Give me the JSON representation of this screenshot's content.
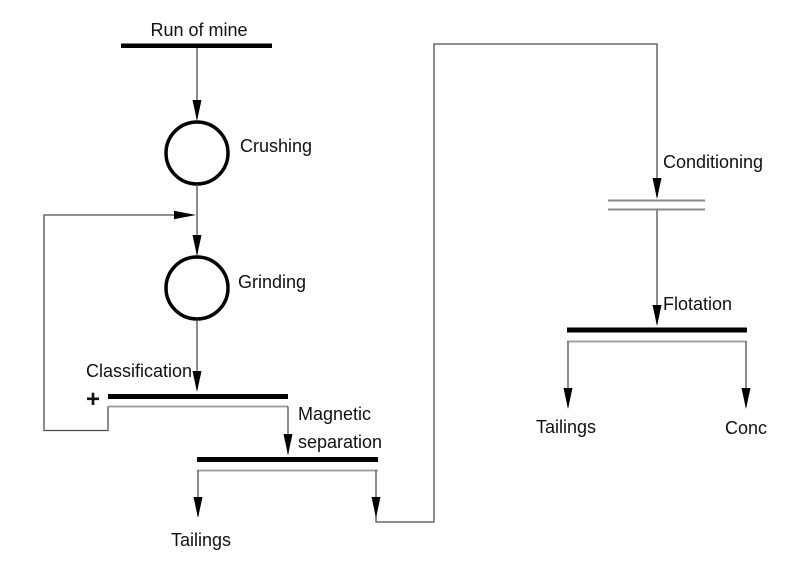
{
  "diagram": {
    "type": "process-flowsheet",
    "labels": {
      "run_of_mine": "Run of mine",
      "crushing": "Crushing",
      "grinding": "Grinding",
      "classification": "Classification",
      "plus": "+",
      "magnetic_line1": "Magnetic",
      "magnetic_line2": "separation",
      "tailings_magnetic": "Tailings",
      "conditioning": "Conditioning",
      "flotation": "Flotation",
      "tailings_flotation": "Tailings",
      "conc": "Conc"
    },
    "streams": [
      {
        "from": "Run of mine",
        "to": "Crushing"
      },
      {
        "from": "Crushing",
        "to": "Grinding"
      },
      {
        "from": "Grinding",
        "to": "Classification"
      },
      {
        "from": "Classification (+ coarse)",
        "to": "Grinding feed (recycle)"
      },
      {
        "from": "Classification",
        "to": "Magnetic separation"
      },
      {
        "from": "Magnetic separation",
        "to": "Tailings"
      },
      {
        "from": "Magnetic separation",
        "to": "Conditioning"
      },
      {
        "from": "Conditioning",
        "to": "Flotation"
      },
      {
        "from": "Flotation",
        "to": "Tailings"
      },
      {
        "from": "Flotation",
        "to": "Conc"
      }
    ],
    "colors": {
      "line": "#000000",
      "stream_line": "#4d4d4d",
      "thin_line": "#999999",
      "background": "#ffffff"
    }
  }
}
